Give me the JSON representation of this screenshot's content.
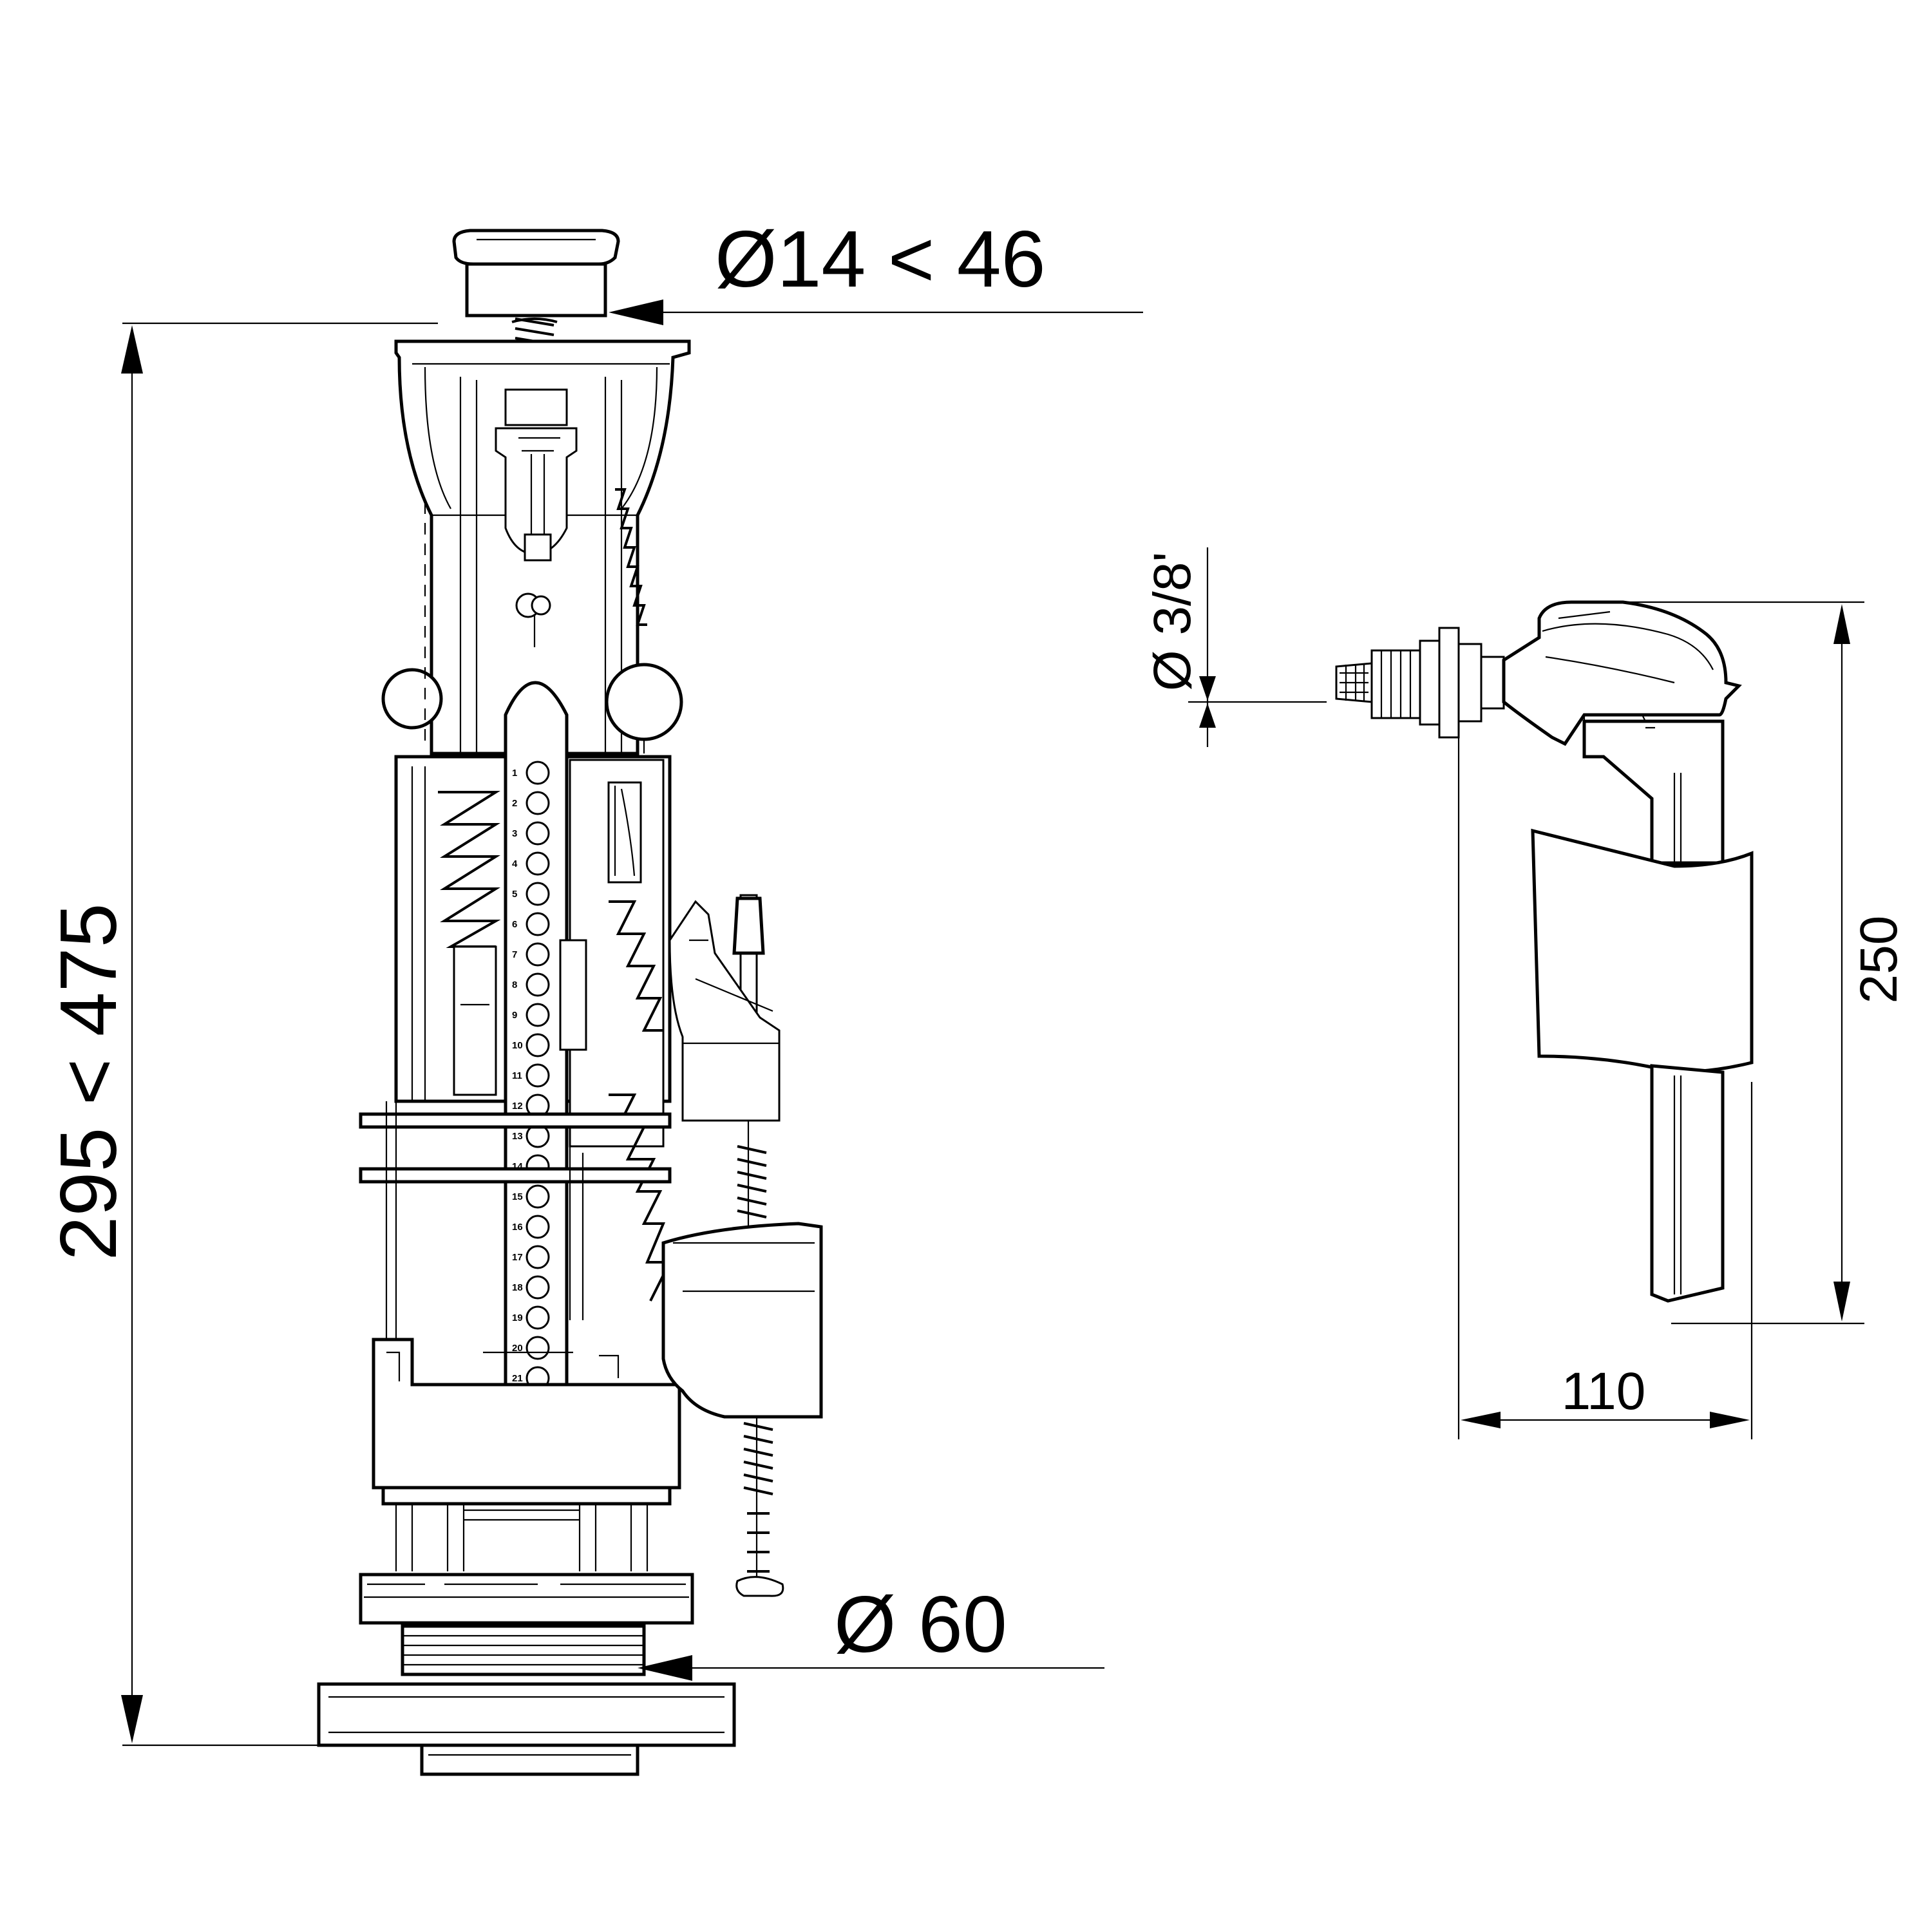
{
  "dimensions": {
    "top_diameter": "Ø14 < 46",
    "total_height": "295 < 475",
    "base_diameter": "Ø 60",
    "inlet_thread": "Ø 3/8'",
    "valve_height": "250",
    "valve_width": "110"
  },
  "scale_marks": [
    "1",
    "2",
    "3",
    "4",
    "5",
    "6",
    "7",
    "8",
    "9",
    "10",
    "11",
    "12",
    "13",
    "14",
    "15",
    "16",
    "17",
    "18",
    "19",
    "20",
    "21"
  ],
  "colors": {
    "line": "#000000",
    "background": "#ffffff"
  }
}
